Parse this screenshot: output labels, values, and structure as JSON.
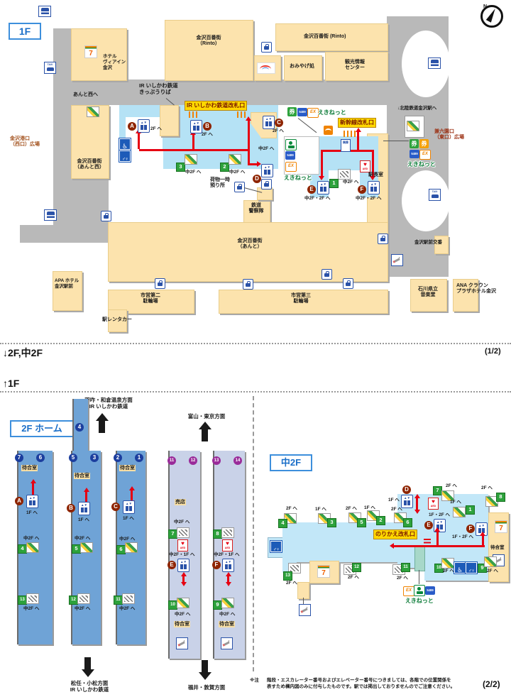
{
  "floor1": {
    "title": "1F",
    "gates": {
      "ir": "IR いしかわ鉄道改札口",
      "shinkansen": "新幹線改札口"
    },
    "labels": {
      "rinto_big": "金沢百番街\n（Rinto）",
      "rinto_strip": "金沢百番街 (Rinto)",
      "hotel": "ホテル\nヴィアイン\n金沢",
      "omiyage": "おみやげ処",
      "kanko": "観光情報\nセンター",
      "ir_office": "IR いしかわ鉄道\nきっぷうりば",
      "anto_west_to": "あんと西へ",
      "west_plaza": "金沢港口\n（西口）広場",
      "anto_west": "金沢百番街\n（あんと西）",
      "hokutetsu": "↓北陸鉄道金沢駅へ",
      "east_plaza": "兼六園口\n（東口）広場",
      "master": "駅長室",
      "luggage": "荷物一時\n預り所",
      "police": "鉄道\n警察隊",
      "anto": "金沢百番街\n（あんと）",
      "koban": "金沢駅前交番",
      "apa": "APA ホテル\n金沢駅前",
      "bike2": "市営第二\n駐輪場",
      "rentacar": "駅レンタカー",
      "bike3": "市営第三\n駐輪場",
      "ongaku": "石川県立\n音楽堂",
      "ana": "ANA クラウン\nプラザホテル金沢"
    }
  },
  "divider": {
    "down": "↓2F,中2F",
    "up": "↑1F",
    "page1": "(1/2)",
    "page2": "(2/2)"
  },
  "floor2": {
    "title": "2F ホーム",
    "dir_hakui": "羽咋・和倉温泉方面\nIR いしかわ鉄道",
    "dir_toyama": "富山・東京方面",
    "dir_matto": "松任・小松方面\nIR いしかわ鉄道",
    "dir_fukui": "福井・敦賀方面",
    "baiten": "売店"
  },
  "m2f": {
    "title": "中2F",
    "gate": "のりかえ改札口"
  },
  "nav": {
    "to_1f": "1F へ",
    "to_2f": "2F へ",
    "to_m2f": "中2F へ",
    "to_m2f_2f": "中2F・2F へ",
    "to_m2f_1f": "中2F・1F へ",
    "to_1f_2f": "1F・2F へ",
    "waiting": "待合室"
  },
  "icons": {
    "ken": "券",
    "s5489": "5489",
    "ex": "EX",
    "ekinet": "えきねっと",
    "seisan": "精算",
    "aed": "AED",
    "taxi": "TAXI",
    "seven": "7",
    "compass_n": "N"
  },
  "badges": {
    "a": "A",
    "b": "B",
    "c": "C",
    "d": "D",
    "e": "E",
    "f": "F",
    "n1": "1",
    "n2": "2",
    "n3": "3",
    "n4": "4",
    "n5": "5",
    "n6": "6",
    "n7": "7",
    "n8": "8",
    "n9": "9",
    "n10": "10",
    "n11": "11",
    "n12": "12",
    "n13": "13",
    "n14": "14"
  },
  "note": {
    "mark": "※注",
    "line1": "階段・エスカレーター番号およびエレベーター番号につきましては、各階での位置関係を",
    "line2": "表すため構内図のみに付与したものです。駅では掲出しておりませんのでご注意ください。"
  }
}
